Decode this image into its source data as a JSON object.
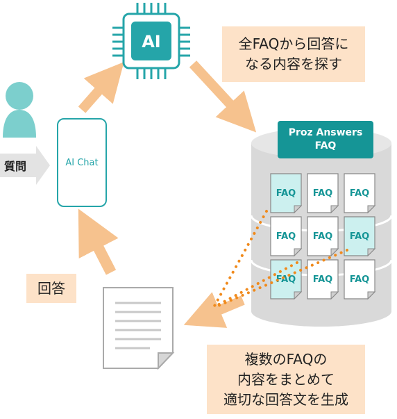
{
  "labels": {
    "ai_chip": "AI",
    "ai_chat": "AI Chat",
    "question": "質問",
    "answer": "回答",
    "faq_item": "FAQ"
  },
  "callouts": {
    "search": "全FAQから回答に\nなる内容を探す",
    "generate": "複数のFAQの\n内容をまとめて\n適切な回答文を生成"
  },
  "database": {
    "title_line1": "Proz Answers",
    "title_line2": "FAQ"
  },
  "faq_grid": [
    {
      "highlighted": true
    },
    {
      "highlighted": false
    },
    {
      "highlighted": false
    },
    {
      "highlighted": false
    },
    {
      "highlighted": false
    },
    {
      "highlighted": true
    },
    {
      "highlighted": true
    },
    {
      "highlighted": false
    },
    {
      "highlighted": false
    }
  ],
  "colors": {
    "teal": "#25a5a9",
    "dark_teal": "#159596",
    "arrow": "#f6c28e",
    "dots": "#f08a1c",
    "callout_bg": "#fde2c8",
    "db_gray": "#d9d9d9",
    "highlight_fill": "#ccf0ef"
  }
}
